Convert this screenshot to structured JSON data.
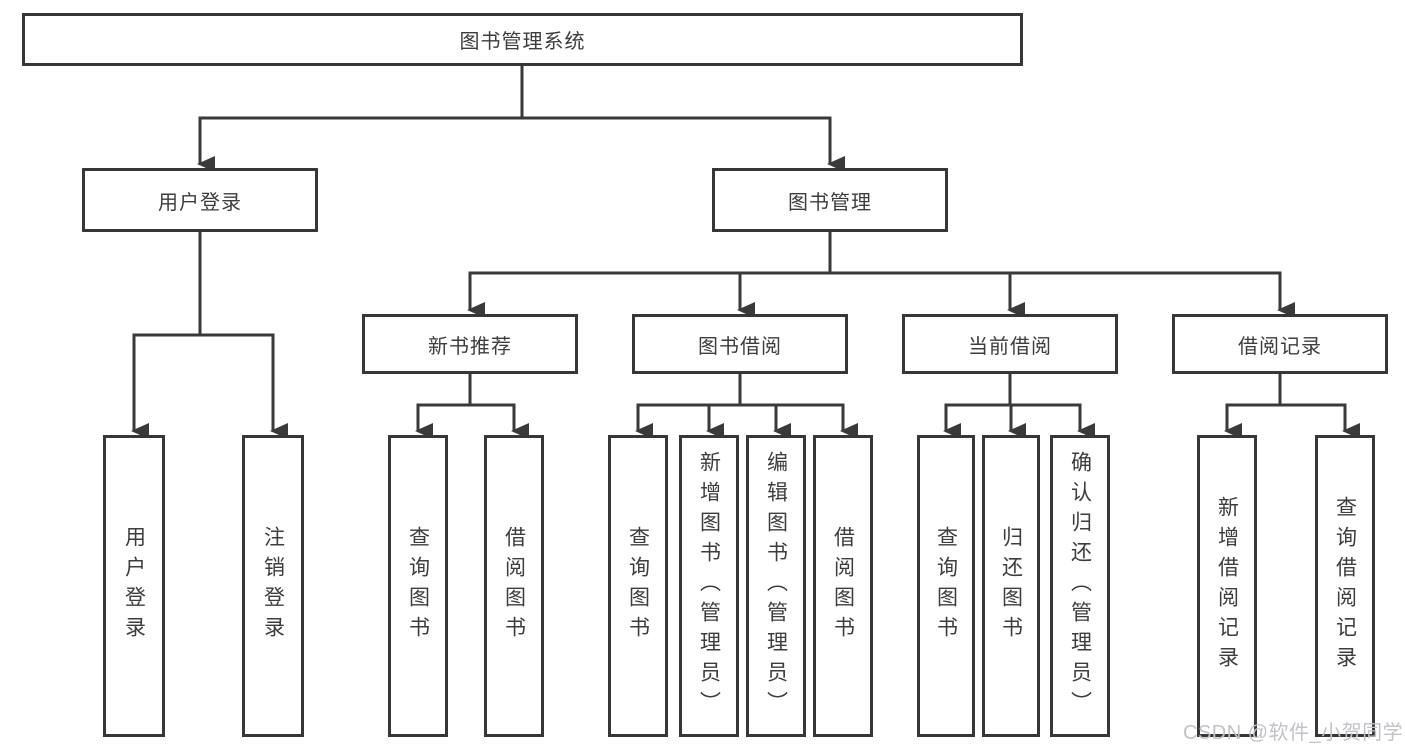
{
  "diagram": {
    "root": {
      "label": "图书管理系统"
    },
    "branches": [
      {
        "id": "user-login",
        "label": "用户登录",
        "children": [
          {
            "label": "用户登录"
          },
          {
            "label": "注销登录"
          }
        ]
      },
      {
        "id": "book-management",
        "label": "图书管理",
        "sections": [
          {
            "label": "新书推荐",
            "children": [
              {
                "label": "查询图书"
              },
              {
                "label": "借阅图书"
              }
            ]
          },
          {
            "label": "图书借阅",
            "children": [
              {
                "label": "查询图书"
              },
              {
                "label": "新增图书（管理员）"
              },
              {
                "label": "编辑图书（管理员）"
              },
              {
                "label": "借阅图书"
              }
            ]
          },
          {
            "label": "当前借阅",
            "children": [
              {
                "label": "查询图书"
              },
              {
                "label": "归还图书"
              },
              {
                "label": "确认归还（管理员）"
              }
            ]
          },
          {
            "label": "借阅记录",
            "children": [
              {
                "label": "新增借阅记录"
              },
              {
                "label": "查询借阅记录"
              }
            ]
          }
        ]
      }
    ]
  },
  "colors": {
    "line": "#3a3a3a",
    "border": "#373737",
    "text": "#3d3d3d",
    "watermark": "#c2c2c8"
  },
  "watermark": {
    "text": "CSDN @软件_小贺同学"
  }
}
